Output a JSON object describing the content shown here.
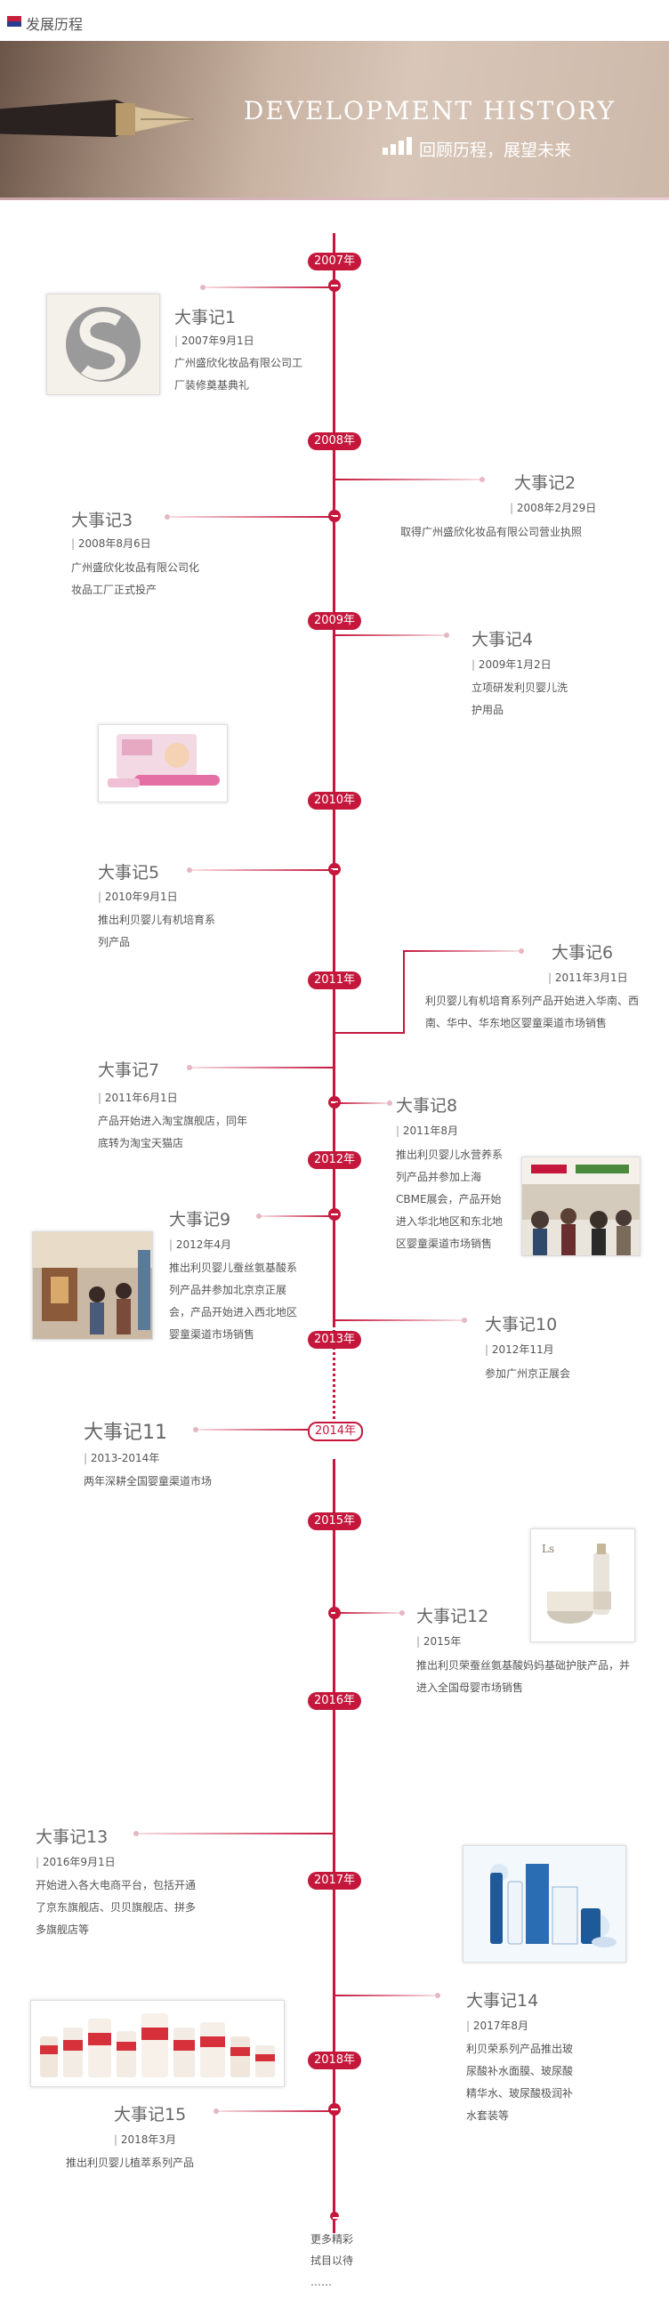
{
  "header": {
    "title": "发展历程"
  },
  "banner": {
    "title": "DEVELOPMENT HISTORY",
    "subtitle": "回顾历程，展望未来"
  },
  "years": [
    "2007年",
    "2008年",
    "2009年",
    "2010年",
    "2011年",
    "2012年",
    "2013年",
    "2014年",
    "2015年",
    "2016年",
    "2017年",
    "2018年"
  ],
  "events": [
    {
      "title": "大事记1",
      "date": "2007年9月1日",
      "desc": "广州盛欣化妆品有限公司工厂装修奠基典礼"
    },
    {
      "title": "大事记2",
      "date": "2008年2月29日",
      "desc": "取得广州盛欣化妆品有限公司营业执照"
    },
    {
      "title": "大事记3",
      "date": "2008年8月6日",
      "desc": "广州盛欣化妆品有限公司化妆品工厂正式投产"
    },
    {
      "title": "大事记4",
      "date": "2009年1月2日",
      "desc": "立项研发利贝婴儿洗护用品"
    },
    {
      "title": "大事记5",
      "date": "2010年9月1日",
      "desc": "推出利贝婴儿有机培育系列产品"
    },
    {
      "title": "大事记6",
      "date": "2011年3月1日",
      "desc": "利贝婴儿有机培育系列产品开始进入华南、西南、华中、华东地区婴童渠道市场销售"
    },
    {
      "title": "大事记7",
      "date": "2011年6月1日",
      "desc": "产品开始进入淘宝旗舰店，同年底转为淘宝天猫店"
    },
    {
      "title": "大事记8",
      "date": "2011年8月",
      "desc": "推出利贝婴儿水营养系列产品并参加上海CBME展会，产品开始进入华北地区和东北地区婴童渠道市场销售"
    },
    {
      "title": "大事记9",
      "date": "2012年4月",
      "desc": "推出利贝婴儿蚕丝氨基酸系列产品并参加北京京正展会，产品开始进入西北地区婴童渠道市场销售"
    },
    {
      "title": "大事记10",
      "date": "2012年11月",
      "desc": "参加广州京正展会"
    },
    {
      "title": "大事记11",
      "date": "2013-2014年",
      "desc": "两年深耕全国婴童渠道市场"
    },
    {
      "title": "大事记12",
      "date": "2015年",
      "desc": "推出利贝荣蚕丝氨基酸妈妈基础护肤产品，并进入全国母婴市场销售"
    },
    {
      "title": "大事记13",
      "date": "2016年9月1日",
      "desc": "开始进入各大电商平台，包括开通了京东旗舰店、贝贝旗舰店、拼多多旗舰店等"
    },
    {
      "title": "大事记14",
      "date": "2017年8月",
      "desc": "利贝荣系列产品推出玻尿酸补水面膜、玻尿酸精华水、玻尿酸极润补水套装等"
    },
    {
      "title": "大事记15",
      "date": "2018年3月",
      "desc": "推出利贝婴儿植萃系列产品"
    }
  ],
  "footer": {
    "line1": "更多精彩",
    "line2": "拭目以待",
    "line3": "……"
  },
  "colors": {
    "accent": "#c5173c"
  }
}
